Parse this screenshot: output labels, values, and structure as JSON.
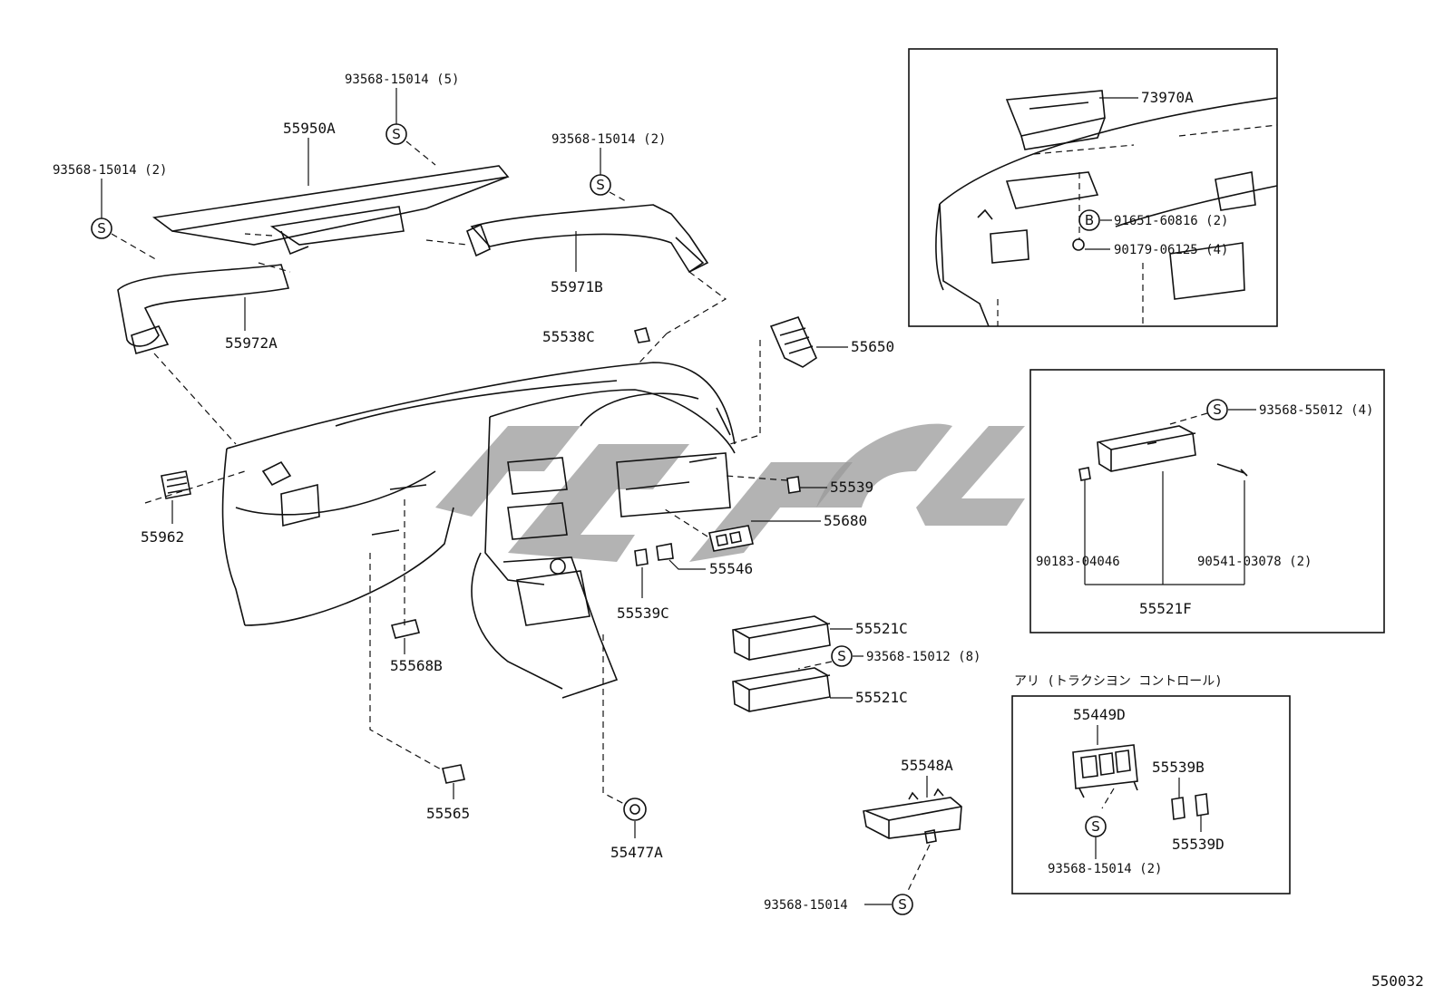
{
  "diagram": {
    "drawing_number": "550032",
    "labels": {
      "p73970A": "73970A",
      "p91651": "91651-60816 (2)",
      "p90179": "90179-06125 (4)",
      "p93568_5": "93568-15014 (5)",
      "p55950A": "55950A",
      "p93568_2a": "93568-15014 (2)",
      "p93568_2b": "93568-15014 (2)",
      "p55971B": "55971B",
      "p55972A": "55972A",
      "p55538C": "55538C",
      "p55650": "55650",
      "p93568_55012": "93568-55012 (4)",
      "p55962": "55962",
      "p55539": "55539",
      "p55680": "55680",
      "p55546": "55546",
      "p55539C": "55539C",
      "p90183": "90183-04046",
      "p90541": "90541-03078 (2)",
      "p55521F": "55521F",
      "p55521C_a": "55521C",
      "p93568_15012": "93568-15012 (8)",
      "p55521C_b": "55521C",
      "p55568B": "55568B",
      "p55565": "55565",
      "p55477A": "55477A",
      "p55548A": "55548A",
      "p93568_single": "93568-15014",
      "traction_title": "アリ (トラクシヨン コントロール)",
      "p55449D": "55449D",
      "p55539B": "55539B",
      "p55539D": "55539D",
      "p93568_2c": "93568-15014 (2)"
    },
    "symbols": {
      "screw": "S",
      "bolt": "B"
    }
  }
}
